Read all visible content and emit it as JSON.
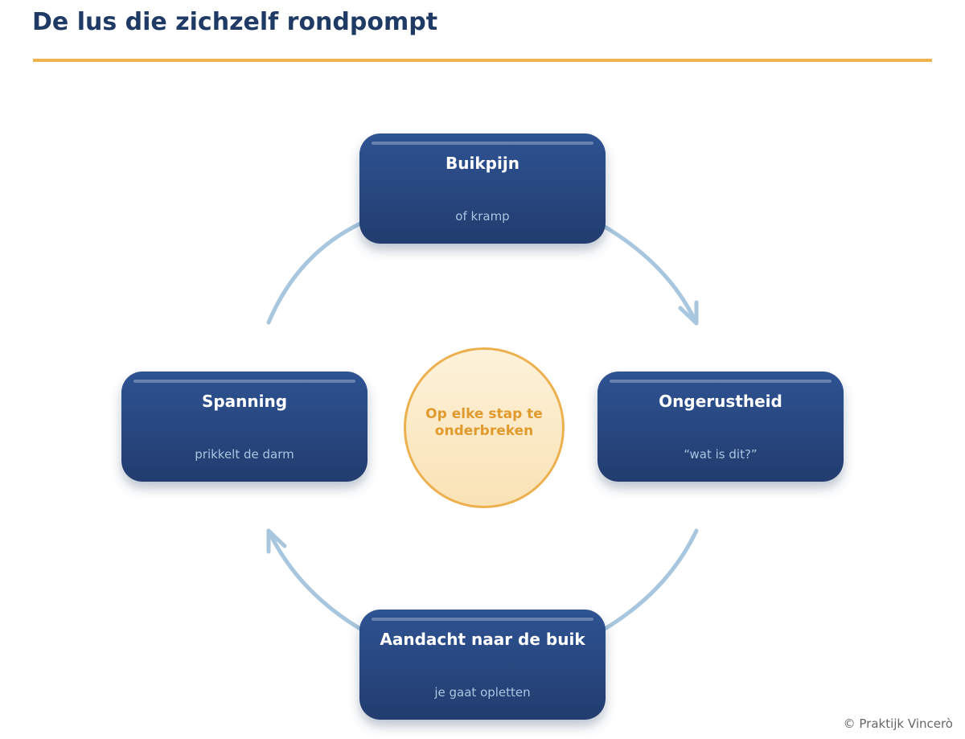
{
  "title": "De lus die zichzelf rondpompt",
  "nodes": {
    "top": {
      "title": "Buikpijn",
      "subtitle": "of kramp"
    },
    "right": {
      "title": "Ongerustheid",
      "subtitle": "“wat is dit?”"
    },
    "bottom": {
      "title": "Aandacht naar de buik",
      "subtitle": "je gaat opletten"
    },
    "left": {
      "title": "Spanning",
      "subtitle": "prikkelt de darm"
    }
  },
  "center": {
    "label": "Op elke stap te onderbreken"
  },
  "footer": {
    "copyright": "© Praktijk Vincerò"
  },
  "colors": {
    "title": "#1f3a64",
    "accent_rule": "#f0b44e",
    "node_fill_top": "#2e5393",
    "node_fill_bottom": "#223c6e",
    "node_subtitle": "#a9c4e0",
    "arrow": "#a8c6de",
    "center_border": "#edb04f",
    "center_text": "#e09a2e"
  }
}
